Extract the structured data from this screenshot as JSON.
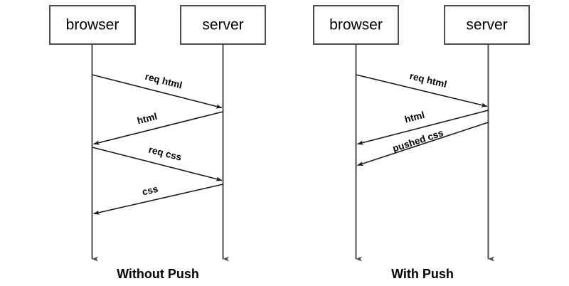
{
  "figure": {
    "background_color": "#ffffff",
    "box_stroke_color": "#4d4d4d",
    "line_color": "#1a1a1a",
    "text_color": "#000000"
  },
  "diagrams": [
    {
      "id": "without-push",
      "caption": "Without Push",
      "participants": [
        {
          "id": "browser",
          "label": "browser"
        },
        {
          "id": "server",
          "label": "server"
        }
      ],
      "messages": [
        {
          "label": "req html",
          "from": "browser",
          "to": "server"
        },
        {
          "label": "html",
          "from": "server",
          "to": "browser"
        },
        {
          "label": "req css",
          "from": "browser",
          "to": "server"
        },
        {
          "label": "css",
          "from": "server",
          "to": "browser"
        }
      ]
    },
    {
      "id": "with-push",
      "caption": "With Push",
      "participants": [
        {
          "id": "browser",
          "label": "browser"
        },
        {
          "id": "server",
          "label": "server"
        }
      ],
      "messages": [
        {
          "label": "req html",
          "from": "browser",
          "to": "server"
        },
        {
          "label": "html",
          "from": "server",
          "to": "browser"
        },
        {
          "label": "pushed css",
          "from": "server",
          "to": "browser"
        }
      ]
    }
  ]
}
